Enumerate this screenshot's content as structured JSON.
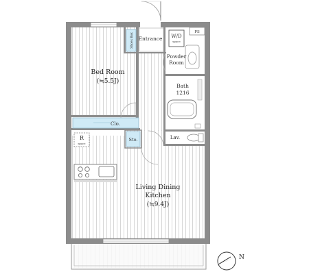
{
  "rooms": {
    "bed_room": {
      "name": "Bed Room",
      "size": "(≒5.5J)"
    },
    "ldk": {
      "line1": "Living Dining",
      "line2": "Kitchen",
      "size": "(≒9.4J)"
    },
    "entrance": "Entrance",
    "shoes_box": "Shoes Box",
    "wd": {
      "line1": "W/D",
      "line2": "space"
    },
    "ps": "PS",
    "powder": {
      "line1": "Powder",
      "line2": "Room"
    },
    "bath": {
      "line1": "Bath",
      "line2": "1216"
    },
    "closet": "Clo.",
    "storage": "Sto.",
    "lav": "Lav.",
    "refrigerator": {
      "line1": "R",
      "line2": "space"
    }
  },
  "compass": {
    "label": "N"
  },
  "colors": {
    "wall": "#8c8c8c",
    "storage": "#cfeaf6",
    "line": "#b5b5b5"
  }
}
